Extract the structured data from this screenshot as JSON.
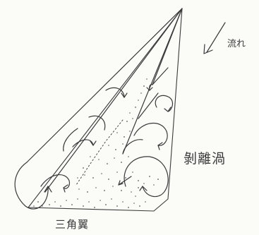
{
  "labels": {
    "flow": "流れ",
    "separation_vortex": "剝離渦",
    "delta_wing": "三角翼"
  },
  "icons": {
    "flow_arrow": "arrow-down-left-icon"
  },
  "colors": {
    "line": "#3a3a3a",
    "background": "#fbfbf8",
    "stipple": "#5a5a5a"
  }
}
